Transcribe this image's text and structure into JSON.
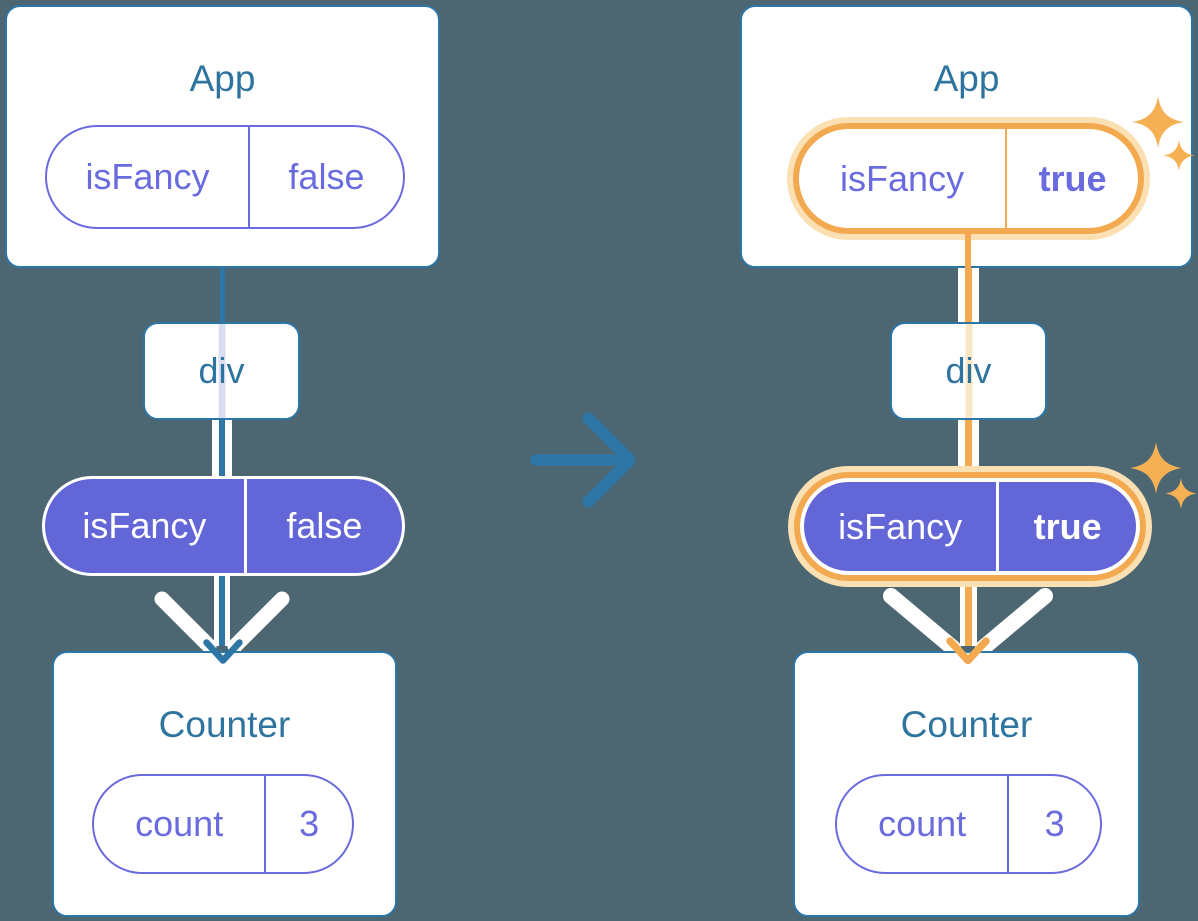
{
  "colors": {
    "background": "#4C6772",
    "card-bg": "#FFFFFF",
    "stroke-blue": "#2E76A6",
    "title-text": "#2E749E",
    "purple-accent": "#6A6BDE",
    "purple-fill": "#6366D6",
    "orange-accent": "#F2A94F",
    "orange-halo": "#FAE0B2",
    "faded-purple": "#D9DDF4",
    "faded-orange": "#FAE7C6",
    "sparkle": "#F5B054"
  },
  "icons": {
    "transition_arrow_icon": "right-arrow",
    "sparkle_icon": "four-point-star",
    "prop_flow_arrow_icon": "chevron-down",
    "arrowhead_icon": "v-arrowhead"
  },
  "before": {
    "app": {
      "title": "App",
      "prop": {
        "name": "isFancy",
        "value": "false"
      }
    },
    "div": {
      "label": "div"
    },
    "flow_prop": {
      "name": "isFancy",
      "value": "false"
    },
    "counter": {
      "title": "Counter",
      "state": {
        "name": "count",
        "value": "3"
      }
    }
  },
  "after": {
    "app": {
      "title": "App",
      "prop": {
        "name": "isFancy",
        "value": "true"
      }
    },
    "div": {
      "label": "div"
    },
    "flow_prop": {
      "name": "isFancy",
      "value": "true"
    },
    "counter": {
      "title": "Counter",
      "state": {
        "name": "count",
        "value": "3"
      }
    }
  }
}
